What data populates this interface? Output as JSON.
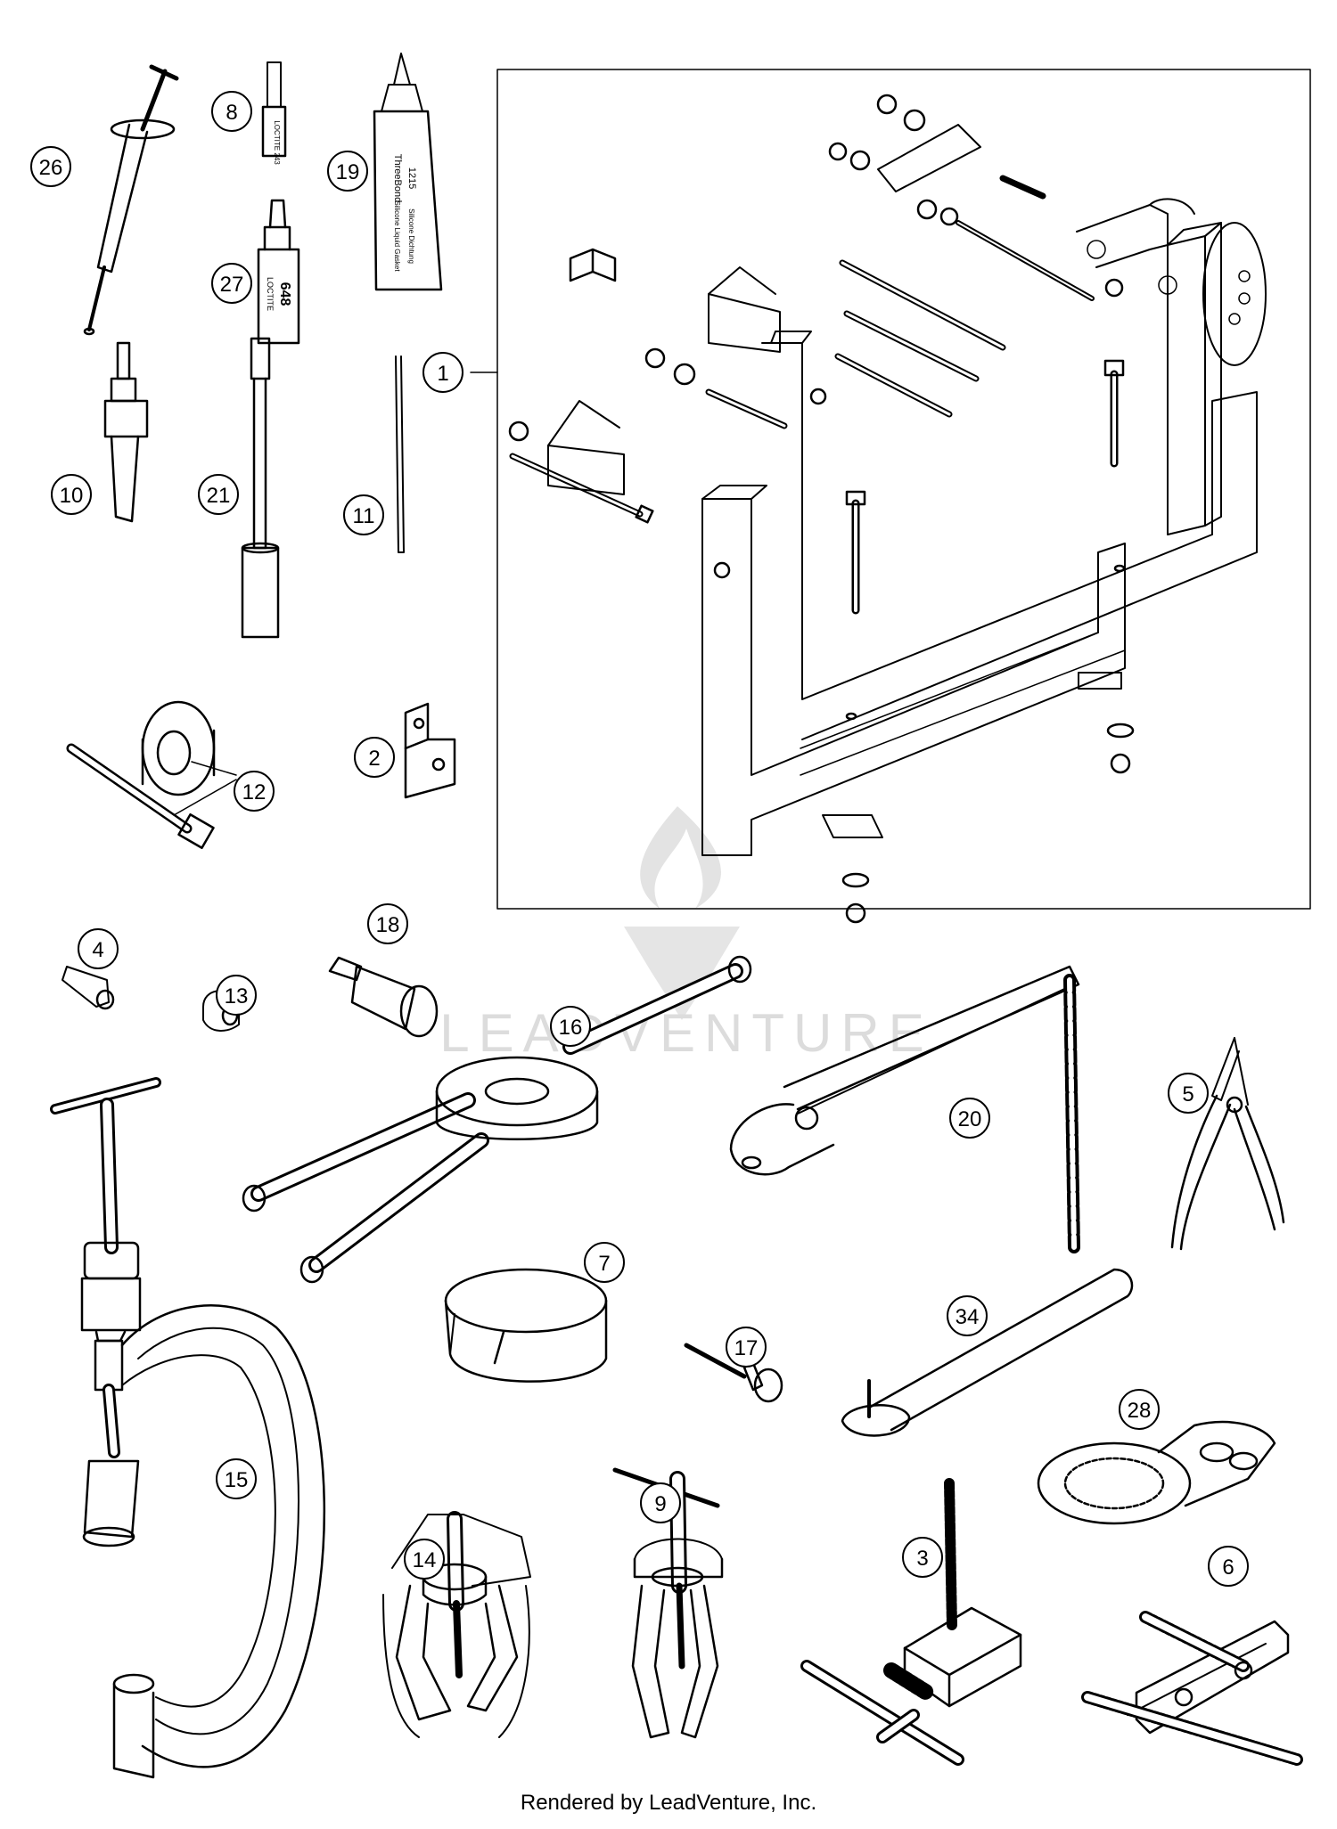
{
  "diagram": {
    "line_color": "#000000",
    "callouts": [
      "1",
      "2",
      "3",
      "4",
      "5",
      "6",
      "7",
      "8",
      "9",
      "10",
      "11",
      "12",
      "13",
      "14",
      "15",
      "16",
      "17",
      "18",
      "19",
      "20",
      "21",
      "26",
      "27",
      "28",
      "34"
    ]
  },
  "labels": {
    "loctite_small": "LOCTITE 243",
    "loctite_648_a": "LOCTITE",
    "loctite_648_b": "648",
    "threebond_a": "ThreeBond",
    "threebond_b": "1215",
    "threebond_c": "Silicone Liquid Gasket",
    "threebond_d": "Silicone Dichtung"
  },
  "watermark": {
    "text": "LEADVENTURE",
    "color": "#d9d9d9"
  },
  "footer": {
    "credit": "Rendered by LeadVenture, Inc."
  }
}
